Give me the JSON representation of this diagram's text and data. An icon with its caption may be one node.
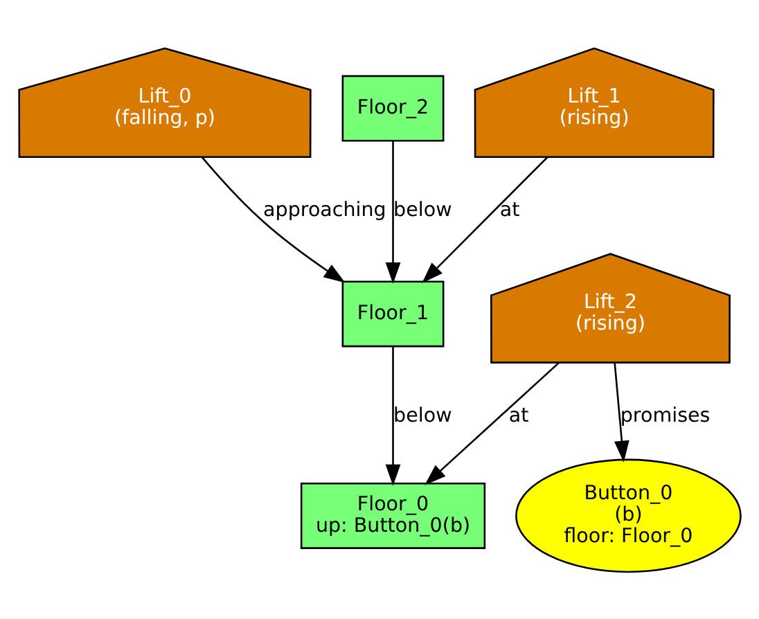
{
  "diagram": {
    "nodes": [
      {
        "text": [
          "Lift_0",
          "(falling, p)"
        ]
      },
      {
        "text": [
          "Floor_2"
        ]
      },
      {
        "text": [
          "Lift_1",
          "(rising)"
        ]
      },
      {
        "text": [
          "Floor_1"
        ]
      },
      {
        "text": [
          "Lift_2",
          "(rising)"
        ]
      },
      {
        "text": [
          "Floor_0",
          "up: Button_0(b)"
        ]
      },
      {
        "text": [
          "Button_0",
          "(b)",
          "floor: Floor_0"
        ]
      }
    ],
    "edges": [
      {
        "from": 0,
        "to": 3,
        "arrow": "to",
        "label": "approaching"
      },
      {
        "from": 1,
        "to": 3,
        "arrow": "to",
        "label": "below"
      },
      {
        "from": 2,
        "to": 3,
        "arrow": "to",
        "label": "at"
      },
      {
        "from": 3,
        "to": 5,
        "arrow": "to",
        "label": "below"
      },
      {
        "from": 4,
        "to": 5,
        "arrow": "to",
        "label": "at"
      },
      {
        "from": 4,
        "to": 6,
        "arrow": "to",
        "label": "promises"
      }
    ]
  }
}
